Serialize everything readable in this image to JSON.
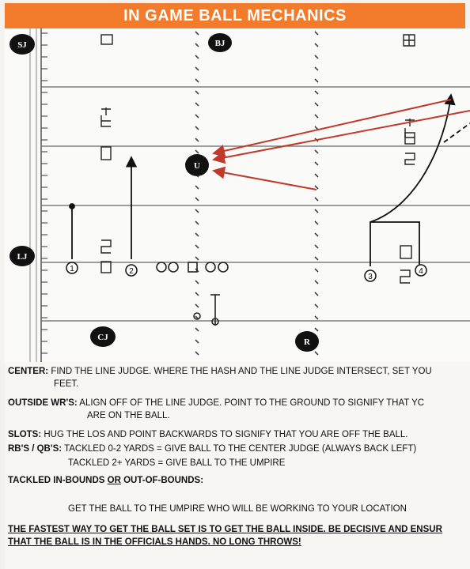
{
  "title": "IN GAME BALL MECHANICS",
  "officials": {
    "sj": "SJ",
    "bj": "BJ",
    "u": "U",
    "lj": "LJ",
    "cj": "CJ",
    "r": "R"
  },
  "receivers": {
    "r1": "1",
    "r2": "2",
    "r3": "3",
    "r4": "4"
  },
  "notes": {
    "center_label": "CENTER:",
    "center_text": " FIND THE LINE JUDGE. WHERE THE HASH AND THE LINE JUDGE INTERSECT, SET YOU",
    "center_text2": "FEET.",
    "outside_label": "OUTSIDE WR'S:",
    "outside_text": " ALIGN OFF OF THE LINE JUDGE. POINT TO THE GROUND TO SIGNIFY THAT YC",
    "outside_text2": "ARE ON THE BALL.",
    "slots_label": "SLOTS:",
    "slots_text": " HUG THE LOS AND POINT BACKWARDS TO SIGNIFY THAT YOU ARE OFF THE BALL.",
    "rbqb_label": "RB'S / QB'S:",
    "rbqb_text": " TACKLED 0-2 YARDS = GIVE BALL TO THE CENTER JUDGE (ALWAYS BACK LEFT)",
    "rbqb_text2": "TACKLED 2+ YARDS = GIVE BALL TO THE UMPIRE",
    "tackled_a": "TACKLED IN-BOUNDS ",
    "tackled_or": "OR",
    "tackled_b": " OUT-OF-BOUNDS:",
    "tackled_text": "GET THE BALL TO THE UMPIRE WHO WILL BE WORKING TO YOUR LOCATION",
    "fastest_1": "THE FASTEST WAY TO GET THE BALL SET IS TO GET THE BALL INSIDE. BE DECISIVE AND ENSUR",
    "fastest_2": "THAT THE BALL IS IN THE OFFICIALS HANDS. NO LONG THROWS!"
  },
  "colors": {
    "title_bg": "#f37b2c",
    "arrow_red": "#c0392b",
    "badge_bg": "#111111"
  }
}
